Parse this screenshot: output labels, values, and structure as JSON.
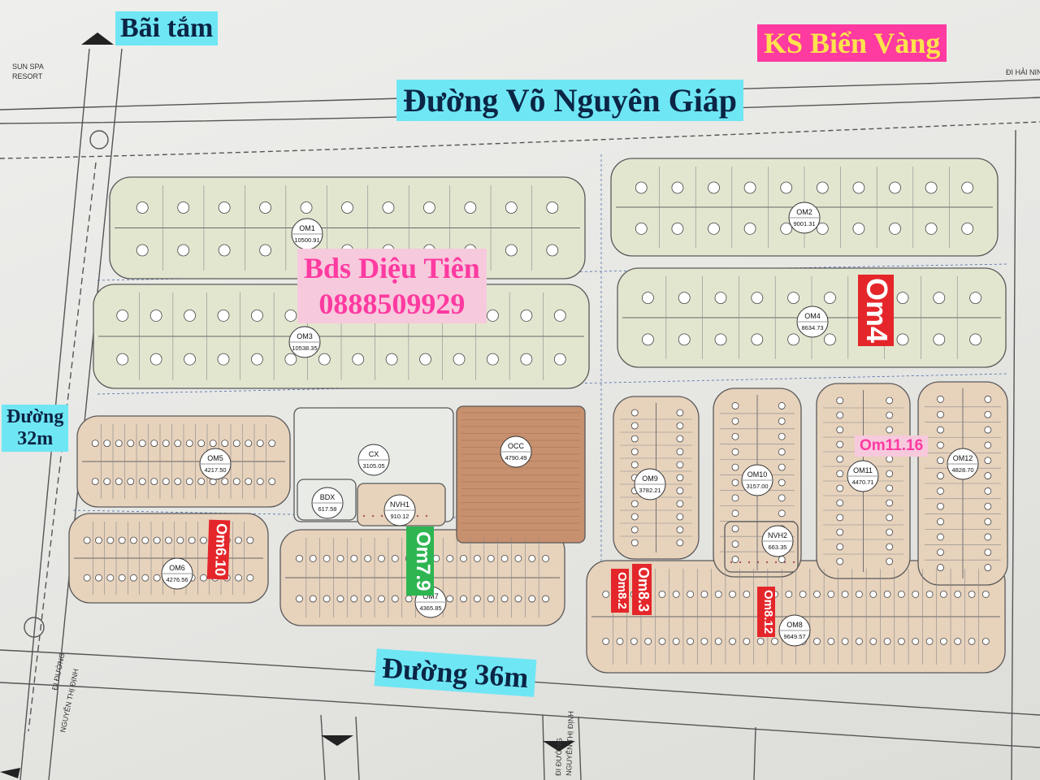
{
  "header_labels": {
    "beach": "Bãi tắm",
    "hotel": "KS Biển Vàng",
    "main_road": "Đường Võ Nguyên Giáp",
    "road_32": "Đường\n32m",
    "road_36": "Đường 36m",
    "broker_name": "Bds Diệu Tiên",
    "broker_phone": "0888509929"
  },
  "plan_labels": {
    "spa": "SUN SPA",
    "resort": "RESORT",
    "hai_ninh": "ĐI HẢI NINH",
    "to_road": "ĐI ĐƯỜNG",
    "nguyen_thi_dinh": "NGUYỄN THỊ ĐỊNH"
  },
  "blocks": [
    {
      "code": "OM1",
      "area": "10500.91"
    },
    {
      "code": "OM2",
      "area": "9001.31"
    },
    {
      "code": "OM3",
      "area": "10538.35"
    },
    {
      "code": "OM4",
      "area": "8634.73"
    },
    {
      "code": "OM5",
      "area": "4217.50"
    },
    {
      "code": "OM6",
      "area": "4276.56"
    },
    {
      "code": "OM7",
      "area": "4365.85"
    },
    {
      "code": "OM8",
      "area": "9649.57"
    },
    {
      "code": "OM9",
      "area": "3782.21"
    },
    {
      "code": "OM10",
      "area": "3157.00"
    },
    {
      "code": "OM11",
      "area": "4470.71"
    },
    {
      "code": "OM12",
      "area": "4828.70"
    },
    {
      "code": "CX",
      "area": "3105.05"
    },
    {
      "code": "BDX",
      "area": "617.58"
    },
    {
      "code": "NVH1",
      "area": "910.12"
    },
    {
      "code": "OCC",
      "area": "4790.49"
    },
    {
      "code": "NVH2",
      "area": "663.35"
    }
  ],
  "lot_tags": {
    "om4": "Om4",
    "om11_16": "Om11.16",
    "om6_10": "Om6.10",
    "om7_9": "Om7.9",
    "om8_3": "Om8.3",
    "om8_2": "Om8.2",
    "om8_12": "Om8.12"
  },
  "colors": {
    "parcel_fill": "#e3e6cf",
    "lot_fill": "#e7d2bc",
    "occ_fill": "#c7906e",
    "cx_fill": "#e8ebe6",
    "cyan_label": "#6fe6f4",
    "red_tag": "#e4262b",
    "green_tag": "#2eb552",
    "pink_label": "#f7c9dd",
    "pink_text": "#ff3aa0"
  }
}
